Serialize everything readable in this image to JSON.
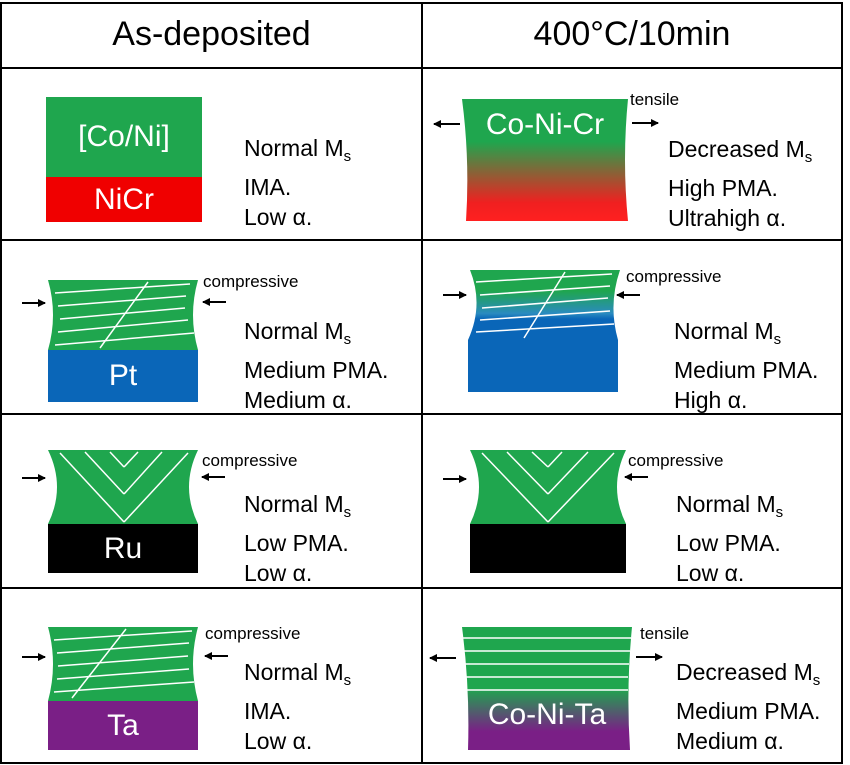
{
  "headers": {
    "left": "As-deposited",
    "right": "400°C/10min"
  },
  "colors": {
    "green": "#1fa64e",
    "red": "#f00000",
    "pt_blue": "#0a66b8",
    "ru_black": "#000000",
    "ta_purple": "#7a1f86",
    "border": "#000000"
  },
  "rows": [
    {
      "left": {
        "top_label": "[Co/Ni]",
        "bottom_label": "NiCr",
        "lines": [
          "Normal M",
          "IMA.",
          "Low α."
        ]
      },
      "right": {
        "film_label": "Co-Ni-Cr",
        "stress": "tensile",
        "lines": [
          "Decreased M",
          "High PMA.",
          "Ultrahigh α."
        ]
      }
    },
    {
      "left": {
        "bottom_label": "Pt",
        "stress": "compressive",
        "lines": [
          "Normal M",
          "Medium PMA.",
          "Medium α."
        ]
      },
      "right": {
        "stress": "compressive",
        "lines": [
          "Normal M",
          "Medium PMA.",
          "High α."
        ]
      }
    },
    {
      "left": {
        "bottom_label": "Ru",
        "stress": "compressive",
        "lines": [
          "Normal M",
          "Low PMA.",
          "Low α."
        ]
      },
      "right": {
        "stress": "compressive",
        "lines": [
          "Normal M",
          "Low PMA.",
          "Low α."
        ]
      }
    },
    {
      "left": {
        "bottom_label": "Ta",
        "stress": "compressive",
        "lines": [
          "Normal M",
          "IMA.",
          "Low α."
        ]
      },
      "right": {
        "film_label": "Co-Ni-Ta",
        "stress": "tensile",
        "lines": [
          "Decreased M",
          "Medium PMA.",
          "Medium α."
        ]
      }
    }
  ],
  "ms_subscript": "s"
}
